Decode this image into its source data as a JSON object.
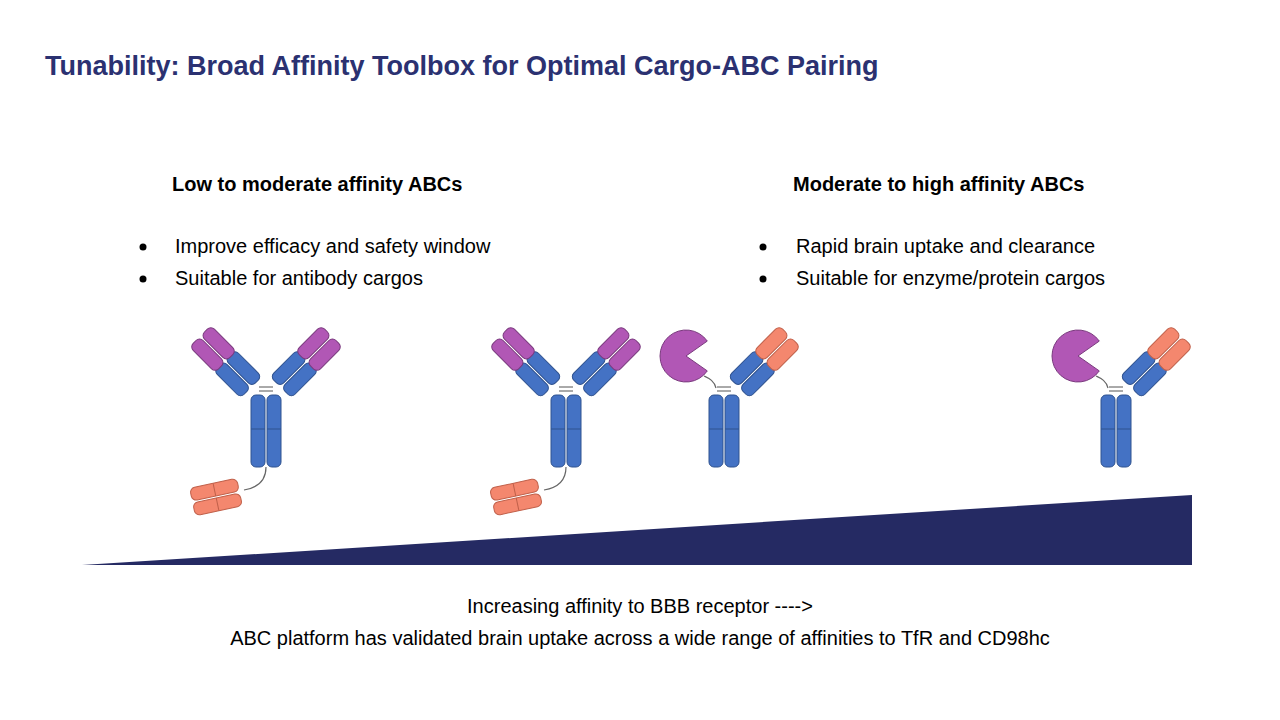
{
  "diagram": {
    "title": "Tunability: Broad Affinity Toolbox for Optimal Cargo-ABC Pairing",
    "labels": [
      "Low to moderate affinity ABCs",
      "Improve efficacy and safety window",
      "Suitable for antibody cargos",
      "Moderate to high affinity ABCs",
      "Rapid brain uptake and clearance",
      "Suitable for enzyme/protein cargos",
      "Increasing affinity to BBB receptor ---->",
      "ABC platform has validated brain uptake across a wide range of affinities to TfR and CD98hc"
    ]
  }
}
